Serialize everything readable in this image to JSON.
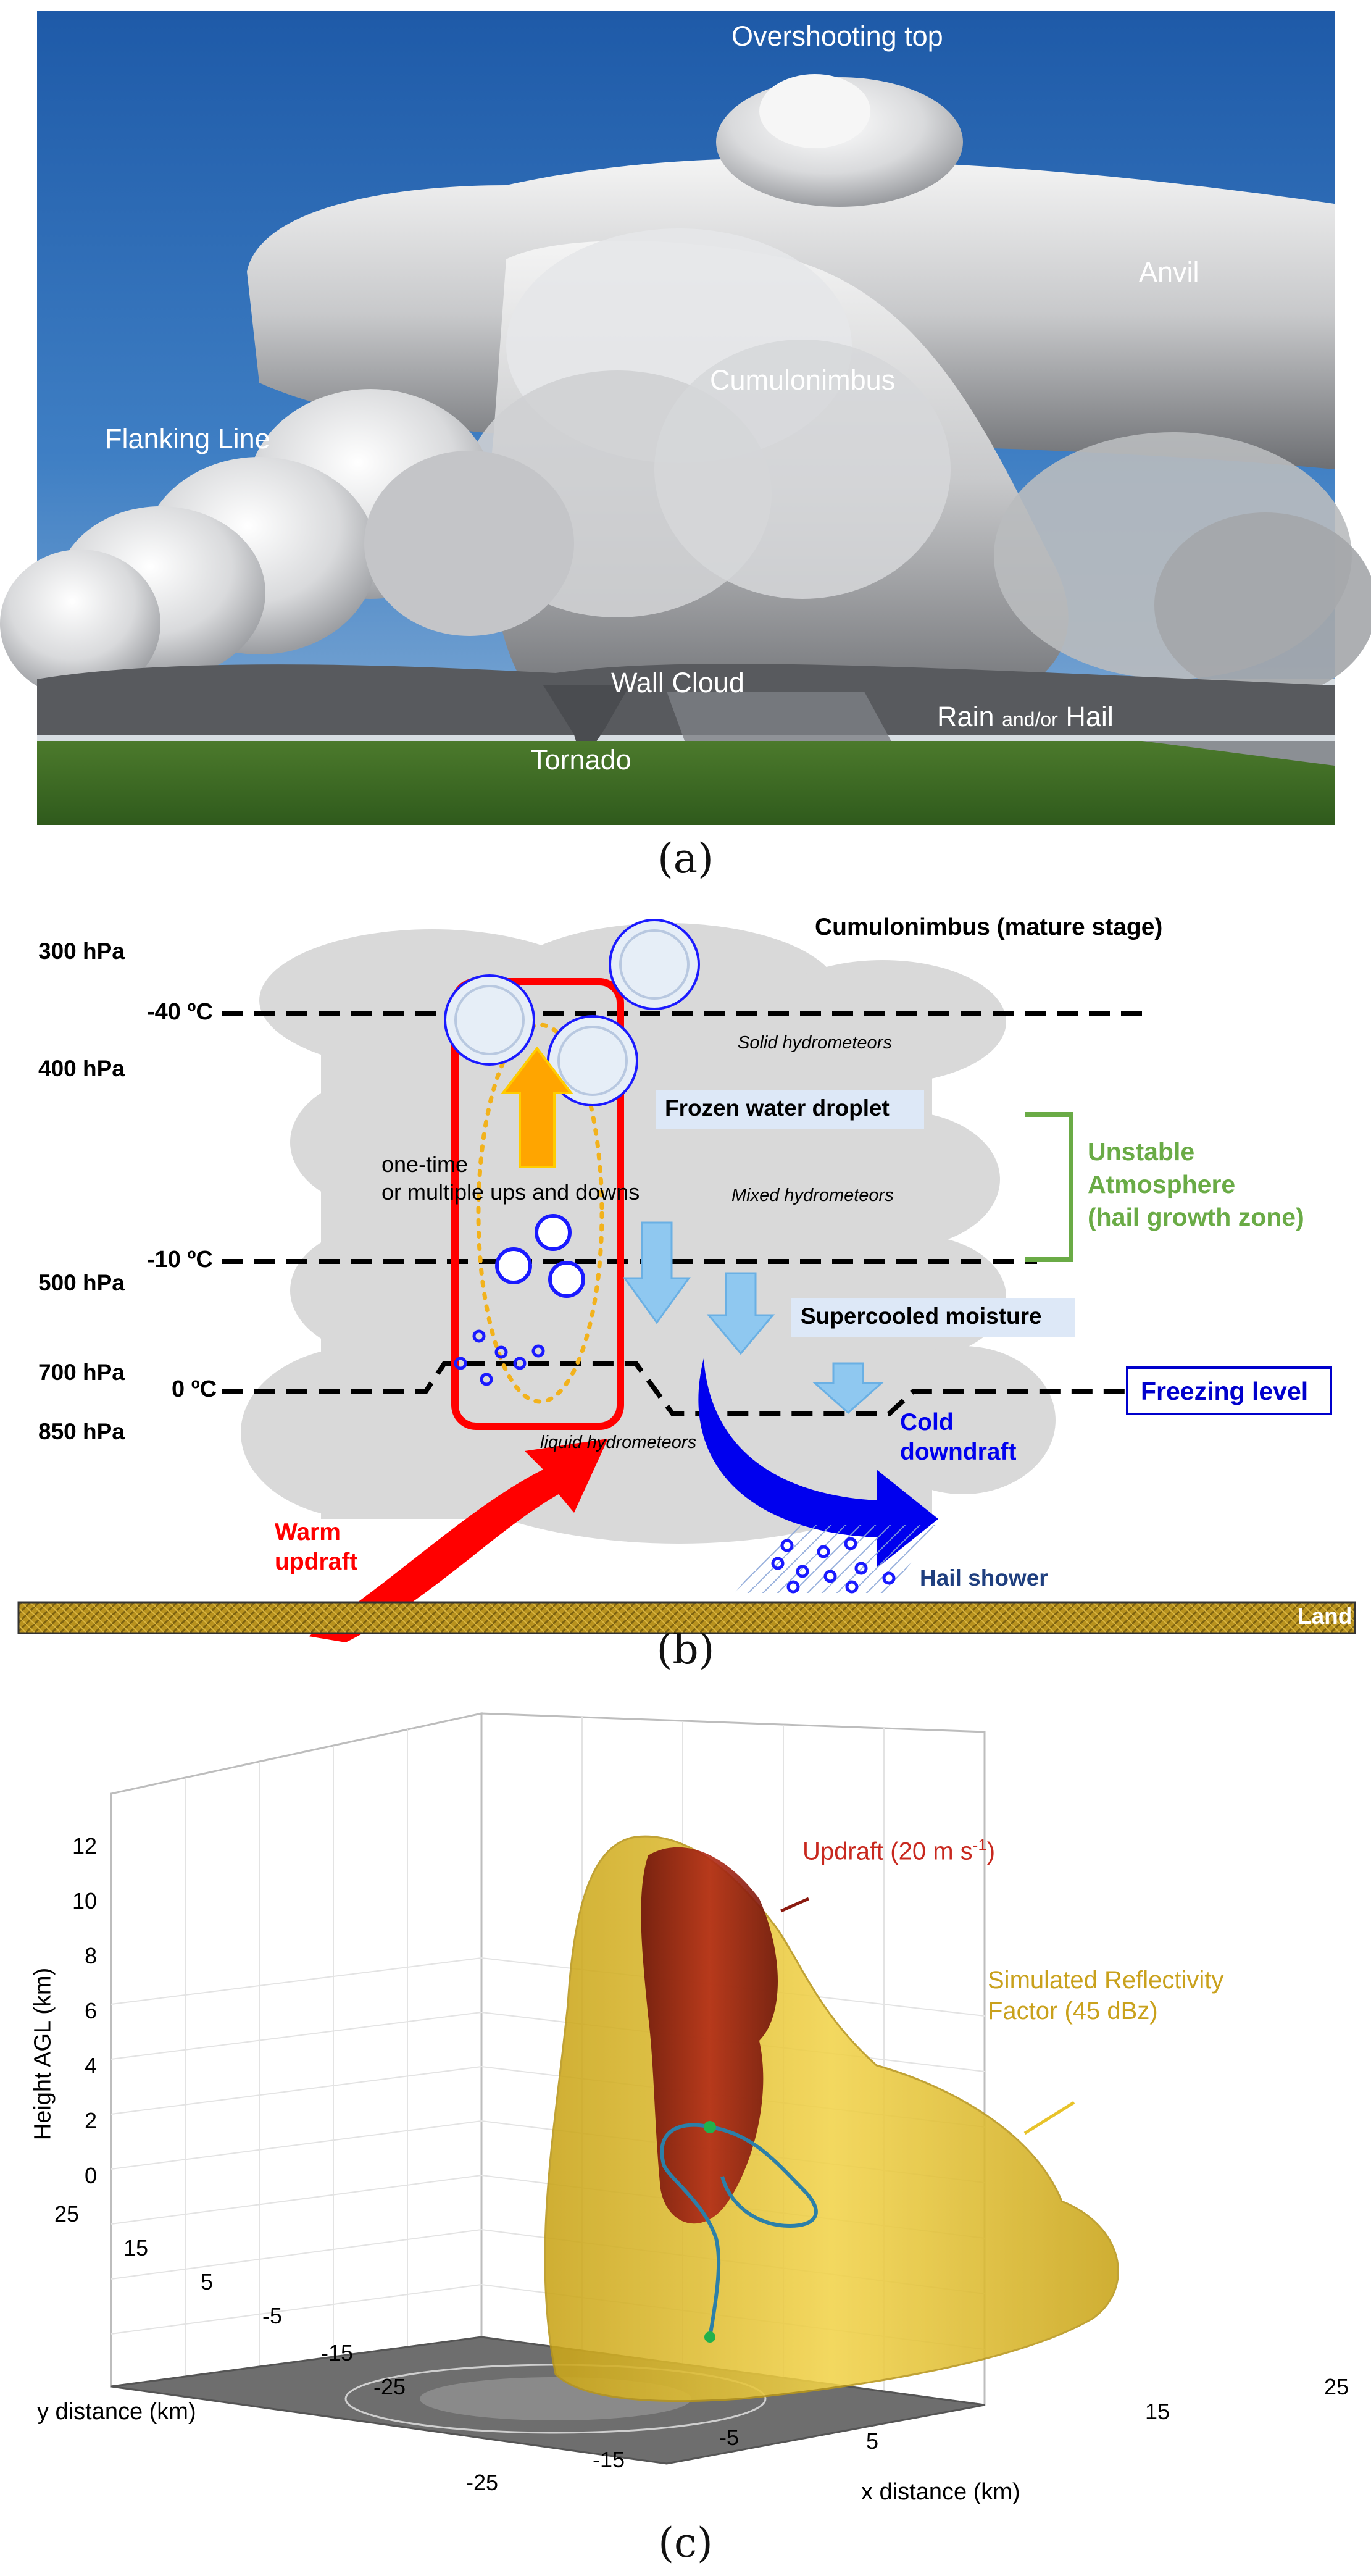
{
  "panel_a": {
    "labels": {
      "overshooting_top": "Overshooting top",
      "anvil": "Anvil",
      "cumulonimbus": "Cumulonimbus",
      "flanking_line": "Flanking Line",
      "wall_cloud": "Wall Cloud",
      "rain": "Rain",
      "and_or": "and/or",
      "hail": "Hail",
      "tornado": "Tornado"
    },
    "caption": "(a)"
  },
  "panel_b": {
    "title": "Cumulonimbus (mature stage)",
    "pressure_levels": [
      "300 hPa",
      "400 hPa",
      "500 hPa",
      "700 hPa",
      "850 hPa"
    ],
    "temperature_levels": [
      "-40 ºC",
      "-10 ºC",
      "0 ºC"
    ],
    "hydrometeor_labels": {
      "solid": "Solid hydrometeors",
      "mixed": "Mixed hydrometeors",
      "liquid": "liquid hydrometeors"
    },
    "frozen_droplet": "Frozen water droplet",
    "supercooled": "Supercooled moisture",
    "ups_downs_line1": "one-time",
    "ups_downs_line2": "or multiple ups and downs",
    "unstable_line1": "Unstable",
    "unstable_line2": "Atmosphere",
    "unstable_line3": "(hail growth zone)",
    "freezing_level": "Freezing level",
    "warm_line1": "Warm",
    "warm_line2": "updraft",
    "cold_line1": "Cold",
    "cold_line2": "downdraft",
    "hail_shower": "Hail shower",
    "land": "Land",
    "colors": {
      "cloud": "#d9d9d9",
      "updraft_box": "#ff0000",
      "hail_outline": "#1a1aff",
      "unstable_green": "#6aab46",
      "freezing_blue": "#0000cc",
      "cold_arrow": "#0000ee",
      "down_arrow_light": "#8fc8f0",
      "up_arrow_orange": "#ffa500",
      "label_bg": "#dde8f7",
      "land": "#b38c1a"
    },
    "caption": "(b)"
  },
  "panel_c": {
    "ylabel": "Height AGL (km)",
    "xlabel": "x distance (km)",
    "depth_label": "y distance (km)",
    "z_ticks": [
      "0",
      "2",
      "4",
      "6",
      "8",
      "10",
      "12"
    ],
    "x_ticks": [
      "-25",
      "-15",
      "-5",
      "5",
      "15",
      "25"
    ],
    "y_ticks": [
      "25",
      "15",
      "5",
      "-5",
      "-15",
      "-25"
    ],
    "updraft_label": "Updraft (20 m s",
    "updraft_exp": "-1",
    "updraft_close": ")",
    "reflectivity_line1": "Simulated Reflectivity",
    "reflectivity_line2": "Factor (45 dBz)",
    "colors": {
      "reflectivity": "#e8c32a",
      "updraft": "#8b1a10",
      "trajectory": "#2c7fa8",
      "floor": "#6e6e6e",
      "label_red": "#c8281e",
      "label_gold": "#c9a11c"
    },
    "caption": "(c)"
  }
}
